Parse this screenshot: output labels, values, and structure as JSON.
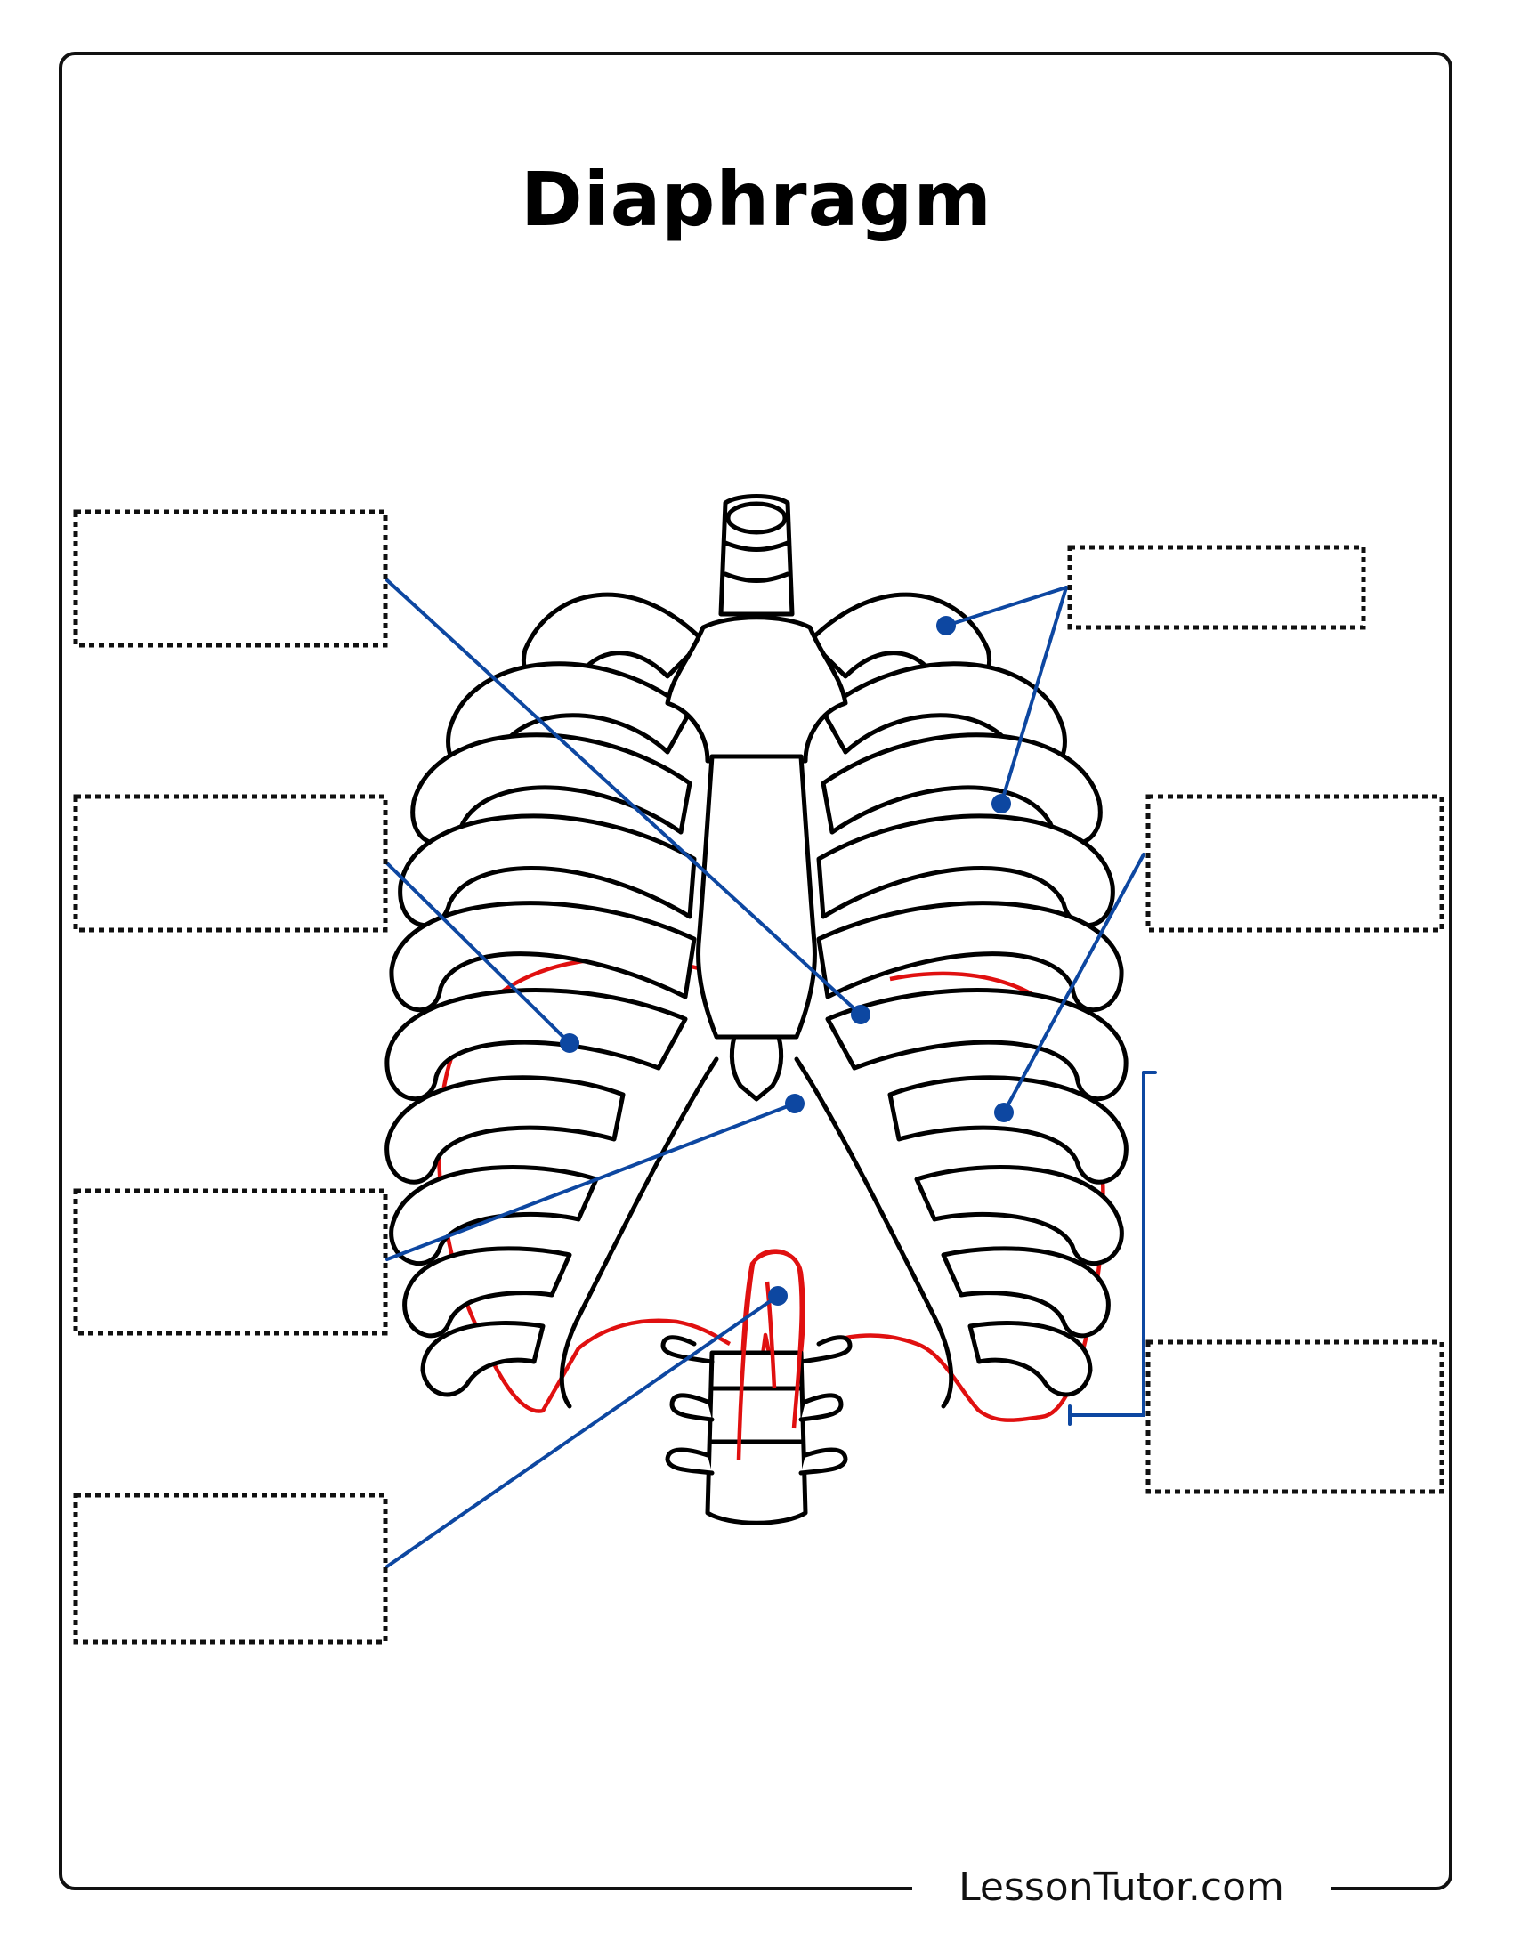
{
  "title": "Diaphragm",
  "footer": "LessonTutor.com",
  "colors": {
    "border": "#111111",
    "leader_lines": "#0d47a1",
    "diaphragm_outline": "#e01010",
    "bone_outline": "#000000"
  },
  "label_boxes": [
    {
      "id": "box-left-1",
      "text": ""
    },
    {
      "id": "box-left-2",
      "text": ""
    },
    {
      "id": "box-left-3",
      "text": ""
    },
    {
      "id": "box-left-4",
      "text": ""
    },
    {
      "id": "box-right-1",
      "text": ""
    },
    {
      "id": "box-right-2",
      "text": ""
    },
    {
      "id": "box-right-3",
      "text": ""
    }
  ]
}
